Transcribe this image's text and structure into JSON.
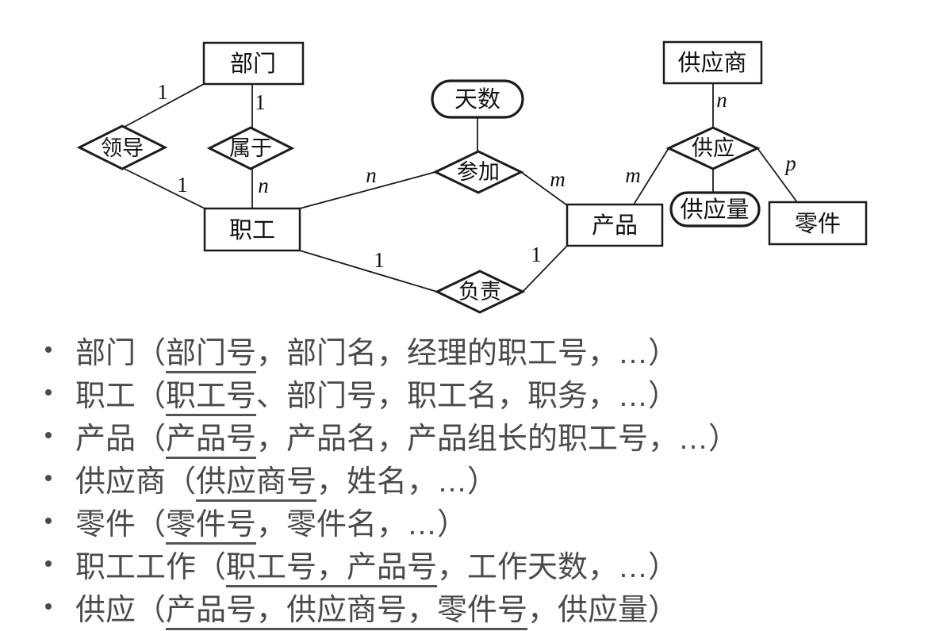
{
  "diagram": {
    "entities": {
      "department": "部门",
      "employee": "职工",
      "product": "产品",
      "supplier": "供应商",
      "part": "零件"
    },
    "relationships": {
      "lead": "领导",
      "belong": "属于",
      "participate": "参加",
      "responsible": "负责",
      "supply": "供应"
    },
    "attributes": {
      "days": "天数",
      "supply_amount": "供应量"
    },
    "cardinalities": {
      "dept_lead": "1",
      "dept_belong": "1",
      "lead_emp": "1",
      "belong_emp": "n",
      "emp_participate": "n",
      "participate_product": "m",
      "emp_responsible": "1",
      "responsible_product": "1",
      "product_supply": "m",
      "supplier_supply": "n",
      "supply_part": "p"
    }
  },
  "schema_list": {
    "items": [
      {
        "segments": [
          {
            "text": "部门（",
            "underline": false
          },
          {
            "text": "部门号",
            "underline": true
          },
          {
            "text": "，部门名，经理的职工号，…）",
            "underline": false
          }
        ]
      },
      {
        "segments": [
          {
            "text": "职工（",
            "underline": false
          },
          {
            "text": "职工号",
            "underline": true
          },
          {
            "text": "、部门号，职工名，职务，…）",
            "underline": false
          }
        ]
      },
      {
        "segments": [
          {
            "text": "产品（",
            "underline": false
          },
          {
            "text": "产品号",
            "underline": true
          },
          {
            "text": "，产品名，产品组长的职工号，…）",
            "underline": false
          }
        ]
      },
      {
        "segments": [
          {
            "text": "供应商（",
            "underline": false
          },
          {
            "text": "供应商号",
            "underline": true
          },
          {
            "text": "，姓名，…）",
            "underline": false
          }
        ]
      },
      {
        "segments": [
          {
            "text": "零件（",
            "underline": false
          },
          {
            "text": "零件号",
            "underline": true
          },
          {
            "text": "，零件名，…）",
            "underline": false
          }
        ]
      },
      {
        "segments": [
          {
            "text": "职工工作（",
            "underline": false
          },
          {
            "text": "职工号，产品号",
            "underline": true
          },
          {
            "text": "，工作天数，…）",
            "underline": false
          }
        ]
      },
      {
        "segments": [
          {
            "text": "供应（",
            "underline": false
          },
          {
            "text": "产品号，供应商号，零件号",
            "underline": true
          },
          {
            "text": "，供应量）",
            "underline": false
          }
        ]
      }
    ]
  }
}
